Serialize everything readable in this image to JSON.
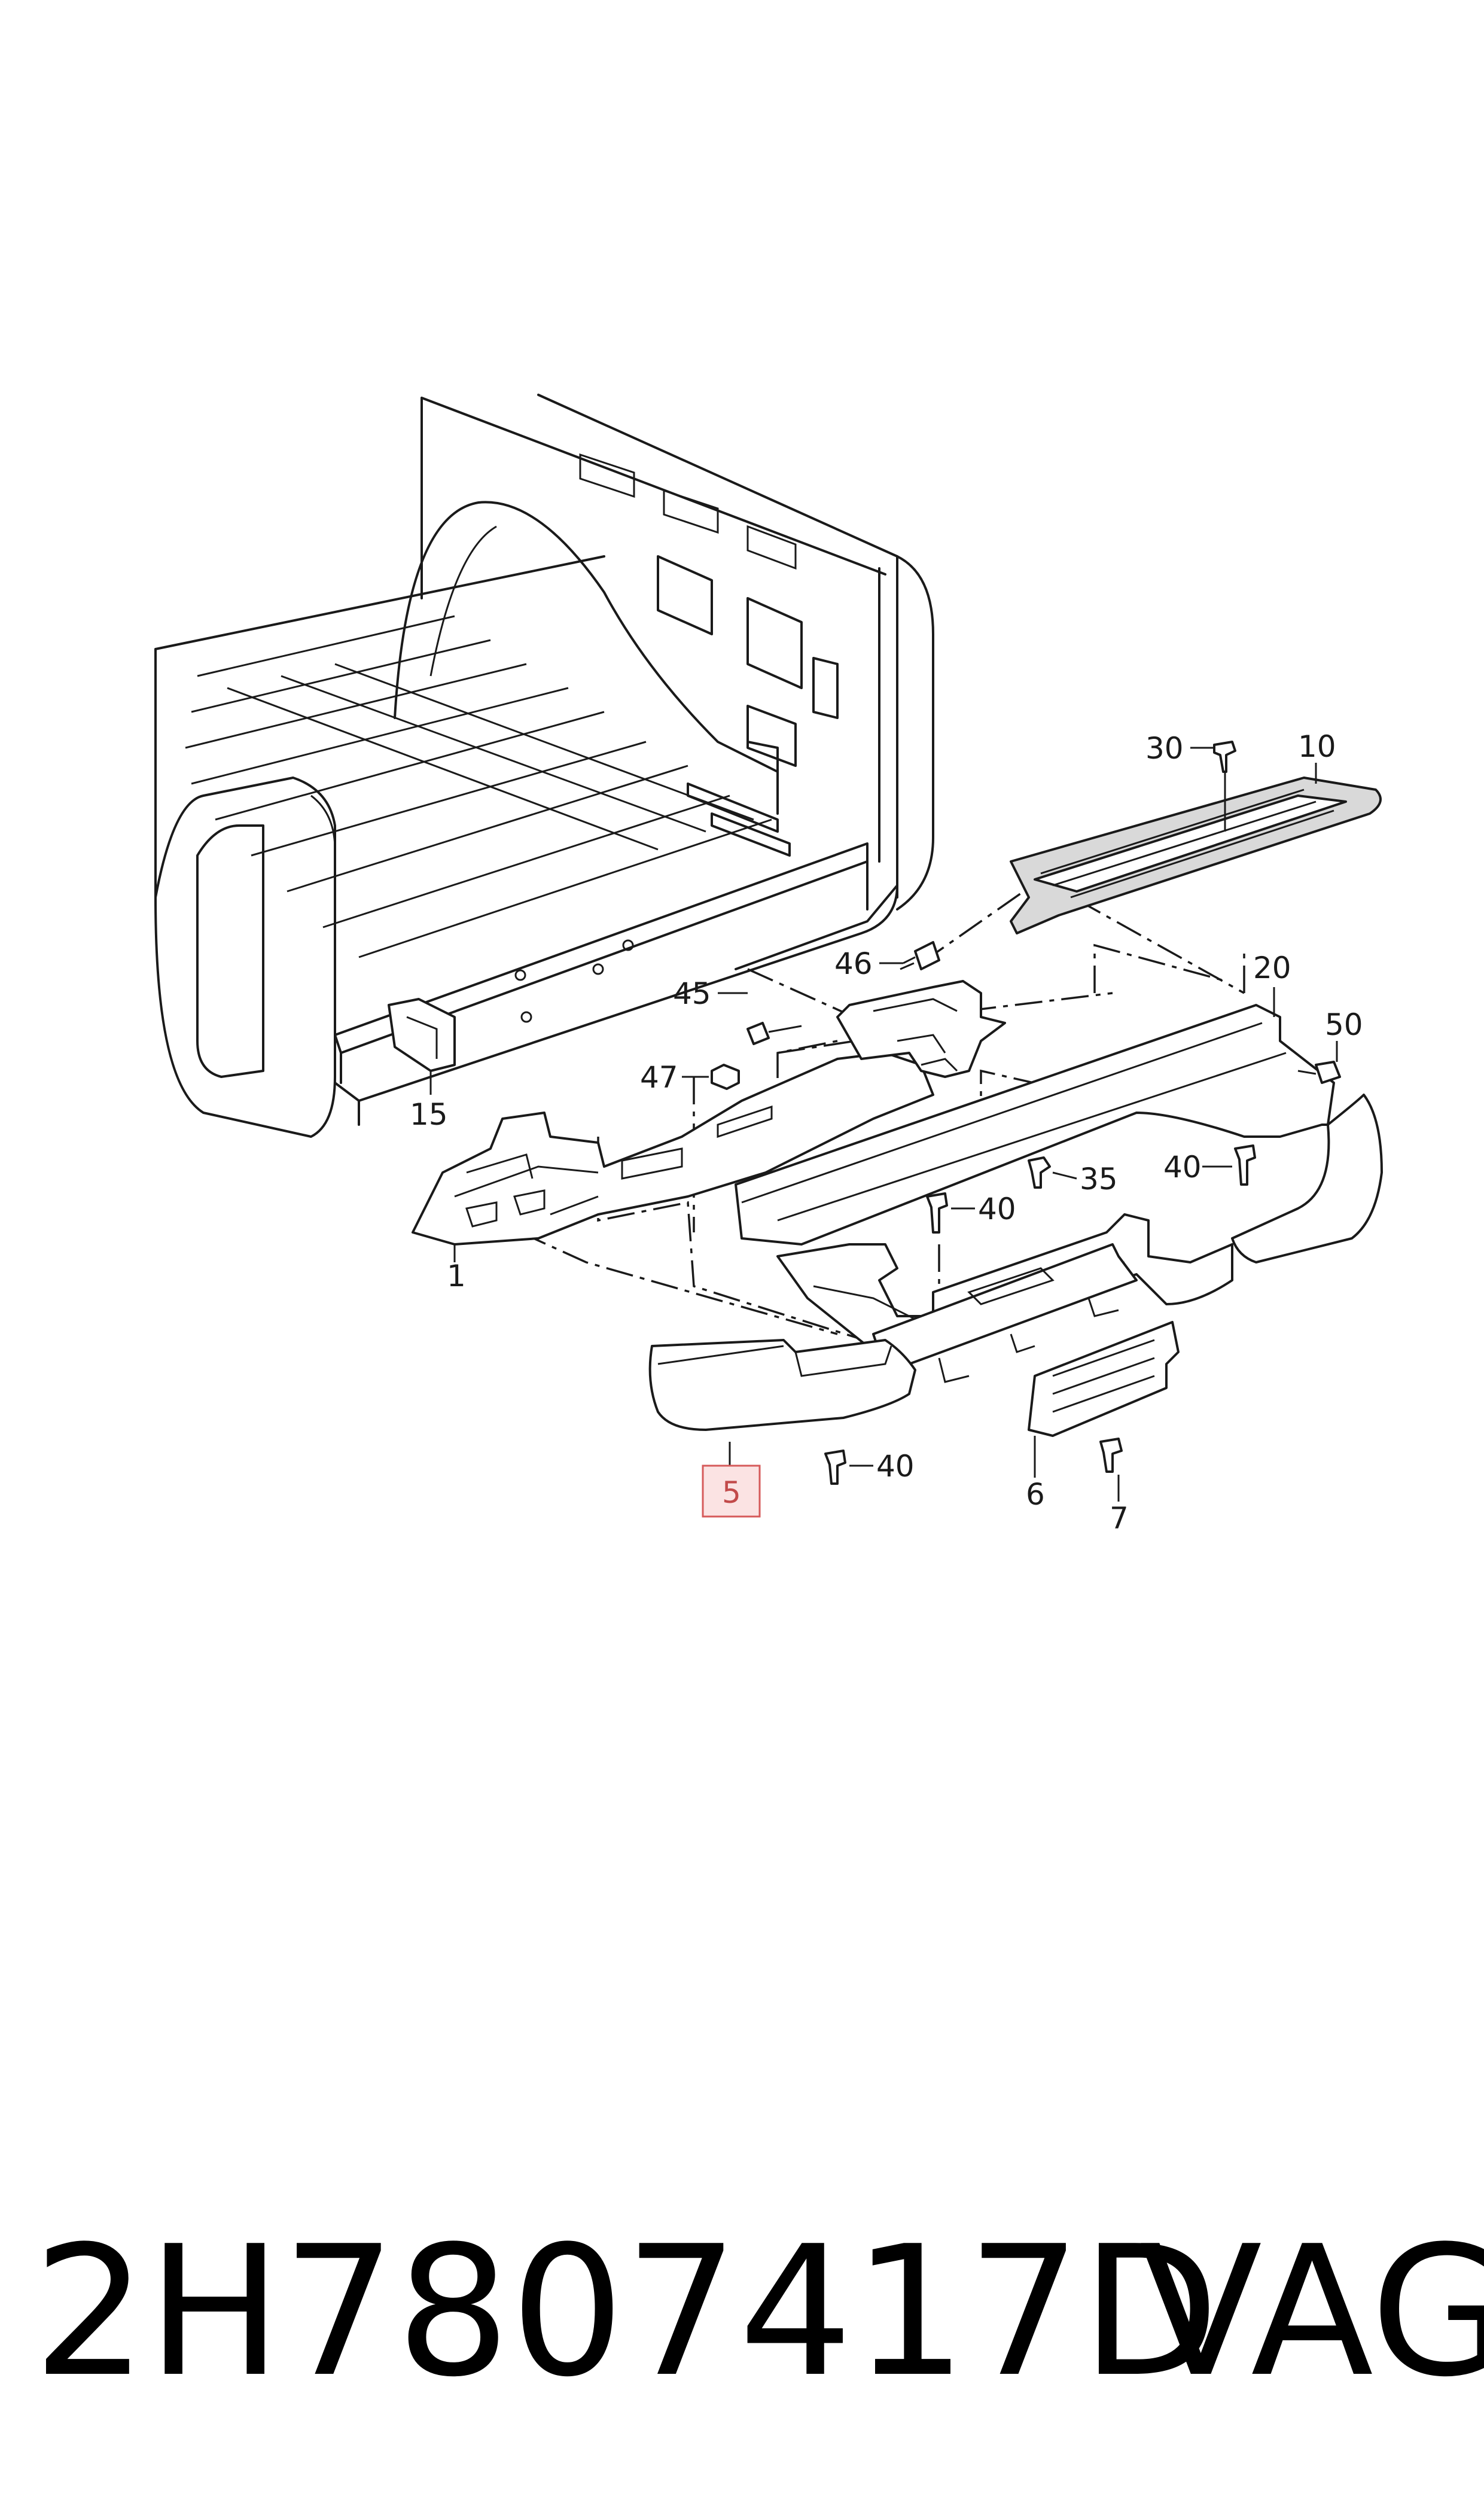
{
  "callouts": {
    "c30": "30",
    "c10": "10",
    "c20": "20",
    "c50": "50",
    "c46": "46",
    "c45": "45",
    "c47": "47",
    "c15": "15",
    "c1": "1",
    "c40a": "40",
    "c35": "35",
    "c40b": "40",
    "c40c": "40",
    "c6": "6",
    "c7": "7",
    "c5": "5"
  },
  "highlighted_callout": "5",
  "caption": {
    "part_number": "2H7807417D",
    "brand": "VAG"
  },
  "colors": {
    "line": "#1a1a1a",
    "highlight_fill": "#fbe3e3",
    "highlight_stroke": "#d65a5a",
    "highlight_text": "#c24a4a"
  }
}
